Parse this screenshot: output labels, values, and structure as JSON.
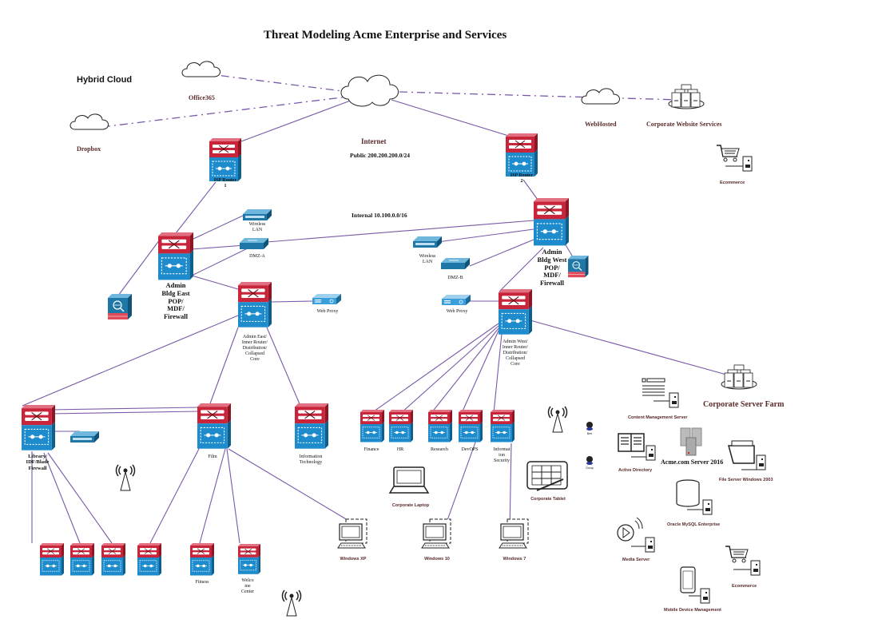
{
  "title": "Threat Modeling Acme Enterprise and Services",
  "colors": {
    "link": "#7a5aa8",
    "router_red": "#c8243a",
    "router_blue": "#1e8ccc",
    "label_maroon": "#5a2a2a"
  },
  "clouds": {
    "section_label": "Hybrid Cloud",
    "internet": "Internet",
    "office365": "Office365",
    "dropbox": "Dropbox",
    "webhosted": "WebHosted",
    "corporate_website": "Corporate Website Services"
  },
  "networks": {
    "public": "Public 200.200.200.0/24",
    "internal": "Internal 10.100.0.0/16"
  },
  "routers": {
    "isp1": "ISP Router\n1",
    "isp2": "ISP Router\n2",
    "admin_east": "Admin\nBldg East\nPOP/\nMDF/\nFirewall",
    "admin_west": "Admin\nBldg West\nPOP/\nMDF/\nFirewall",
    "east_core": "Admin East/\nInner Router/\nDistribution/\nCollapsed\nCore",
    "west_core": "Admin West/\nInner Router/\nDistribution/\nCollapsed\nCore",
    "library": "Library/\nIDF/Blade\nFirewall",
    "film": "Film",
    "it": "Information\nTechnology",
    "finance": "Finance",
    "hr": "HR",
    "research": "Research",
    "devops": "DevOPS",
    "infosec": "Informat\nion\nSecurity",
    "fitness": "Fitness",
    "welcome": "Welco\nme\nCenter"
  },
  "switches": {
    "wlan_east": "Wireless\nLAN",
    "dmz_a": "DMZ-A",
    "wlan_west": "Wireless\nLAN",
    "dmz_b": "DMZ-B",
    "proxy_east": "Web Proxy",
    "proxy_west": "Web Proxy"
  },
  "endpoints": {
    "winxp": "Windows XP",
    "win10": "Windows 10",
    "win7": "Windows 7",
    "laptop": "Corporate Laptop",
    "tablet": "Corporate Tablet",
    "user1": "Bert",
    "user2": "Group"
  },
  "server_farm": {
    "title": "Corporate Server Farm",
    "cms": "Content Management Server",
    "ad": "Active Directory",
    "acme": "Acme.com Server 2016",
    "fileserver": "File Server Windows 2003",
    "oracle": "Oracle MySQL Enterprise",
    "media": "Media Server",
    "ecommerce": "Ecommerce",
    "mdm": "Mobile Device Management"
  },
  "web_ecommerce": "Ecommerce"
}
